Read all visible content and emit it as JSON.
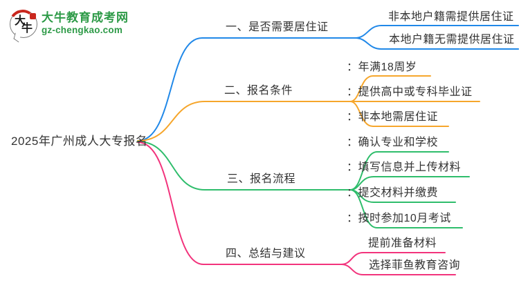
{
  "colors": {
    "text-dark": "#333333",
    "brand-green": "#2d9a47",
    "brand-red": "#c9271e",
    "accent-blue": "#2088e8",
    "accent-orange": "#f6a62b",
    "accent-green": "#2ebd6b",
    "accent-pink": "#f2337c"
  },
  "logo": {
    "icon_char_top": "大",
    "icon_char_bottom": "牛",
    "title": "大牛教育成考网",
    "subtitle": "gz-chengkao.com"
  },
  "mindmap": {
    "root": {
      "label": "2025年广州成人大专报名"
    },
    "branches": [
      {
        "label": "一、是否需要居住证",
        "color": "#2088e8",
        "children": [
          "非本地户籍需提供居住证",
          "本地户籍无需提供居住证"
        ]
      },
      {
        "label": "二、报名条件",
        "color": "#f6a62b",
        "children": [
          "：年满18周岁",
          "：提供高中或专科毕业证",
          "：非本地需居住证"
        ]
      },
      {
        "label": "三、报名流程",
        "color": "#2ebd6b",
        "children": [
          "：确认专业和学校",
          "：填写信息并上传材料",
          "：提交材料并缴费",
          "：按时参加10月考试"
        ]
      },
      {
        "label": "四、总结与建议",
        "color": "#f2337c",
        "children": [
          "提前准备材料",
          "选择菲鱼教育咨询"
        ]
      }
    ]
  }
}
